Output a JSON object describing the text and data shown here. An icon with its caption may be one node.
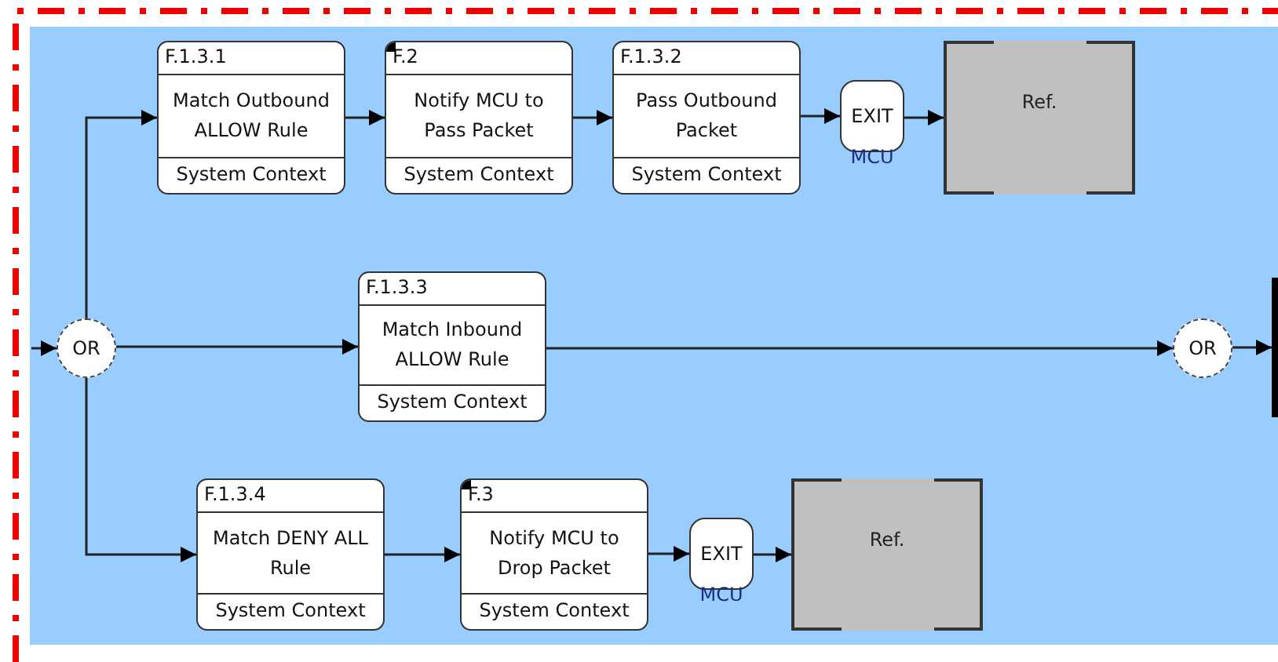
{
  "diagram": {
    "nodes": [
      {
        "text": [
          "OR"
        ]
      },
      {
        "text": [
          "F.1.3.1",
          "Match Outbound ALLOW Rule",
          "System Context"
        ]
      },
      {
        "text": [
          "F.2",
          "Notify MCU to Pass Packet",
          "System Context"
        ]
      },
      {
        "text": [
          "F.1.3.2",
          "Pass Outbound Packet",
          "System Context"
        ]
      },
      {
        "text": [
          "EXIT"
        ],
        "beside": [
          "MCU"
        ]
      },
      {
        "text": [
          "Ref."
        ]
      },
      {
        "text": [
          "F.1.3.3",
          "Match Inbound ALLOW Rule",
          "System Context"
        ]
      },
      {
        "text": [
          "OR"
        ]
      },
      {
        "text": [
          "F.1.3.4",
          "Match DENY ALL Rule",
          "System Context"
        ]
      },
      {
        "text": [
          "F.3",
          "Notify MCU to Drop Packet",
          "System Context"
        ]
      },
      {
        "text": [
          "EXIT"
        ],
        "beside": [
          "MCU"
        ]
      },
      {
        "text": [
          "Ref."
        ]
      },
      {
        "text": [],
        "shape": "bar"
      }
    ],
    "edges": [
      {
        "from": null,
        "to": 0,
        "arrow": "to"
      },
      {
        "from": 0,
        "to": 1,
        "arrow": "to"
      },
      {
        "from": 1,
        "to": 2,
        "arrow": "to"
      },
      {
        "from": 2,
        "to": 3,
        "arrow": "to"
      },
      {
        "from": 3,
        "to": 4,
        "arrow": "to"
      },
      {
        "from": 4,
        "to": 5,
        "arrow": "to"
      },
      {
        "from": 0,
        "to": 6,
        "arrow": "to"
      },
      {
        "from": 6,
        "to": 7,
        "arrow": "to"
      },
      {
        "from": 7,
        "to": 12,
        "arrow": "to"
      },
      {
        "from": 0,
        "to": 8,
        "arrow": "to"
      },
      {
        "from": 8,
        "to": 9,
        "arrow": "to"
      },
      {
        "from": 9,
        "to": 10,
        "arrow": "to"
      },
      {
        "from": 10,
        "to": 11,
        "arrow": "to"
      }
    ]
  }
}
